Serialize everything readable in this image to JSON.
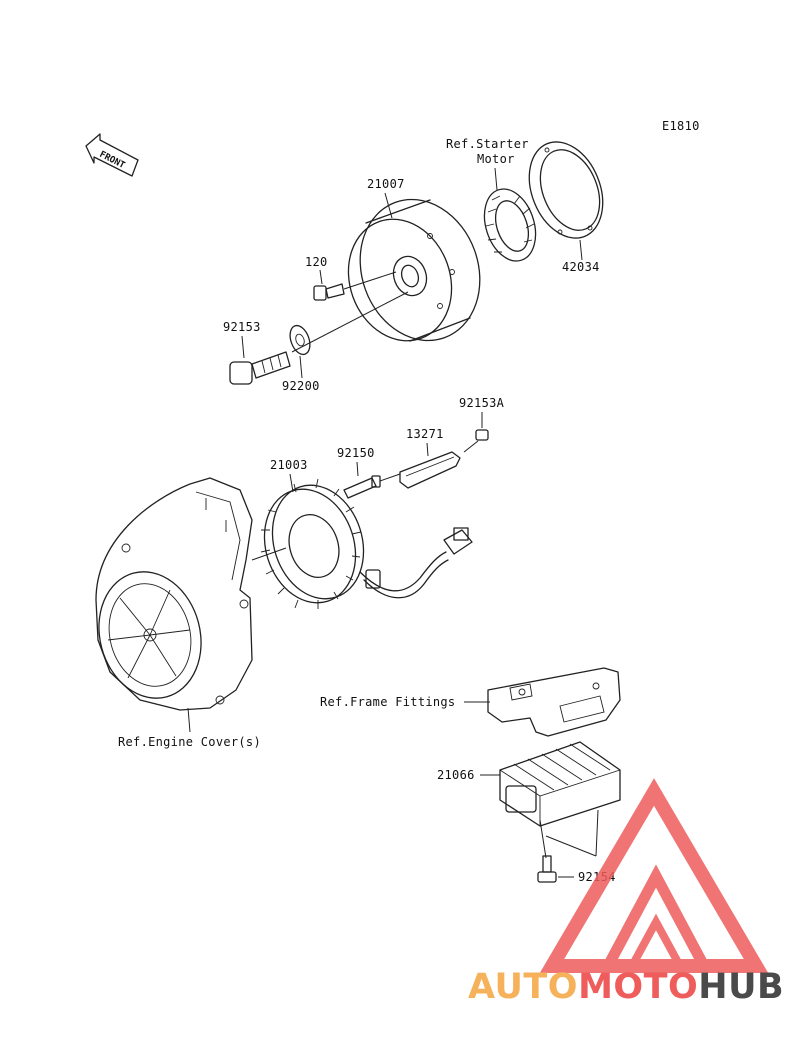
{
  "diagram_code": "E1810",
  "front_arrow_label": "FRONT",
  "parts": {
    "flywheel": "21007",
    "bolt_small": "120",
    "flywheel_bolt": "92153",
    "washer": "92200",
    "starter_ref": "Ref.Starter Motor",
    "gear_bearing": "42034",
    "plate_bolt": "92153A",
    "wire_plate": "13271",
    "stator_bolt": "92150",
    "stator": "21003",
    "frame_ref": "Ref.Frame Fittings",
    "regulator": "21066",
    "regulator_bolt": "92154",
    "engine_cover_ref": "Ref.Engine Cover(s)"
  },
  "watermark": {
    "part1": "AUTO",
    "part2": "MOTO",
    "part3": "HUB",
    "color1": "#f5b25a",
    "color2": "#ee5c5c",
    "color3": "#4a4a4a"
  }
}
